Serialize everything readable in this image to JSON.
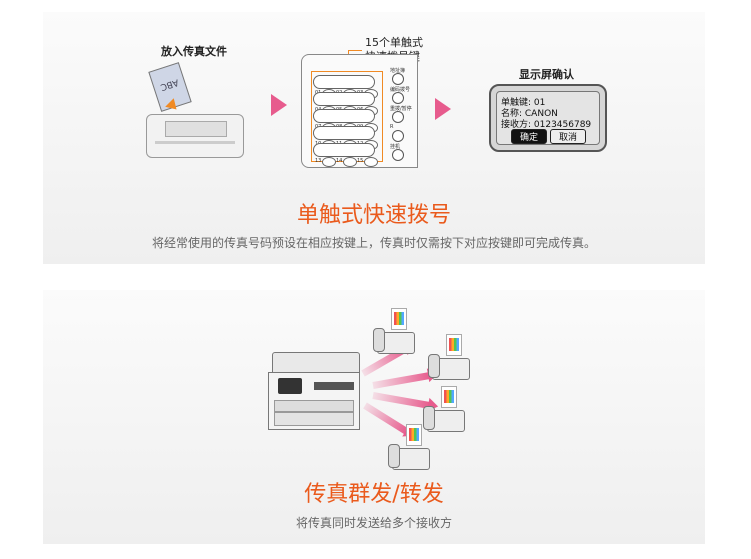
{
  "panel1": {
    "step1_label": "放入传真文件",
    "document_text": "ABC",
    "callout": [
      "15个单触式",
      "快速拨号键"
    ],
    "keys": [
      [
        "01",
        "02",
        "03"
      ],
      [
        "04",
        "05",
        "06"
      ],
      [
        "07",
        "08",
        "09"
      ],
      [
        "10",
        "11",
        "12"
      ],
      [
        "13",
        "14",
        "15"
      ]
    ],
    "side_keys": [
      "地址簿",
      "编码拨号",
      "重拨/暂停",
      "R",
      "挂机"
    ],
    "step3_label": "显示屏确认",
    "lcd": {
      "line1": "单触键: 01",
      "line2": "名称: CANON",
      "line3": "接收方: 0123456789",
      "ok_button": "确定",
      "cancel_button": "取消"
    },
    "title": "单触式快速拨号",
    "description": "将经常使用的传真号码预设在相应按键上，传真时仅需按下对应按键即可完成传真。"
  },
  "panel2": {
    "title": "传真群发/转发",
    "description": "将传真同时发送给多个接收方"
  },
  "colors": {
    "accent": "#ea5a1c",
    "arrow": "#e75b8d"
  }
}
